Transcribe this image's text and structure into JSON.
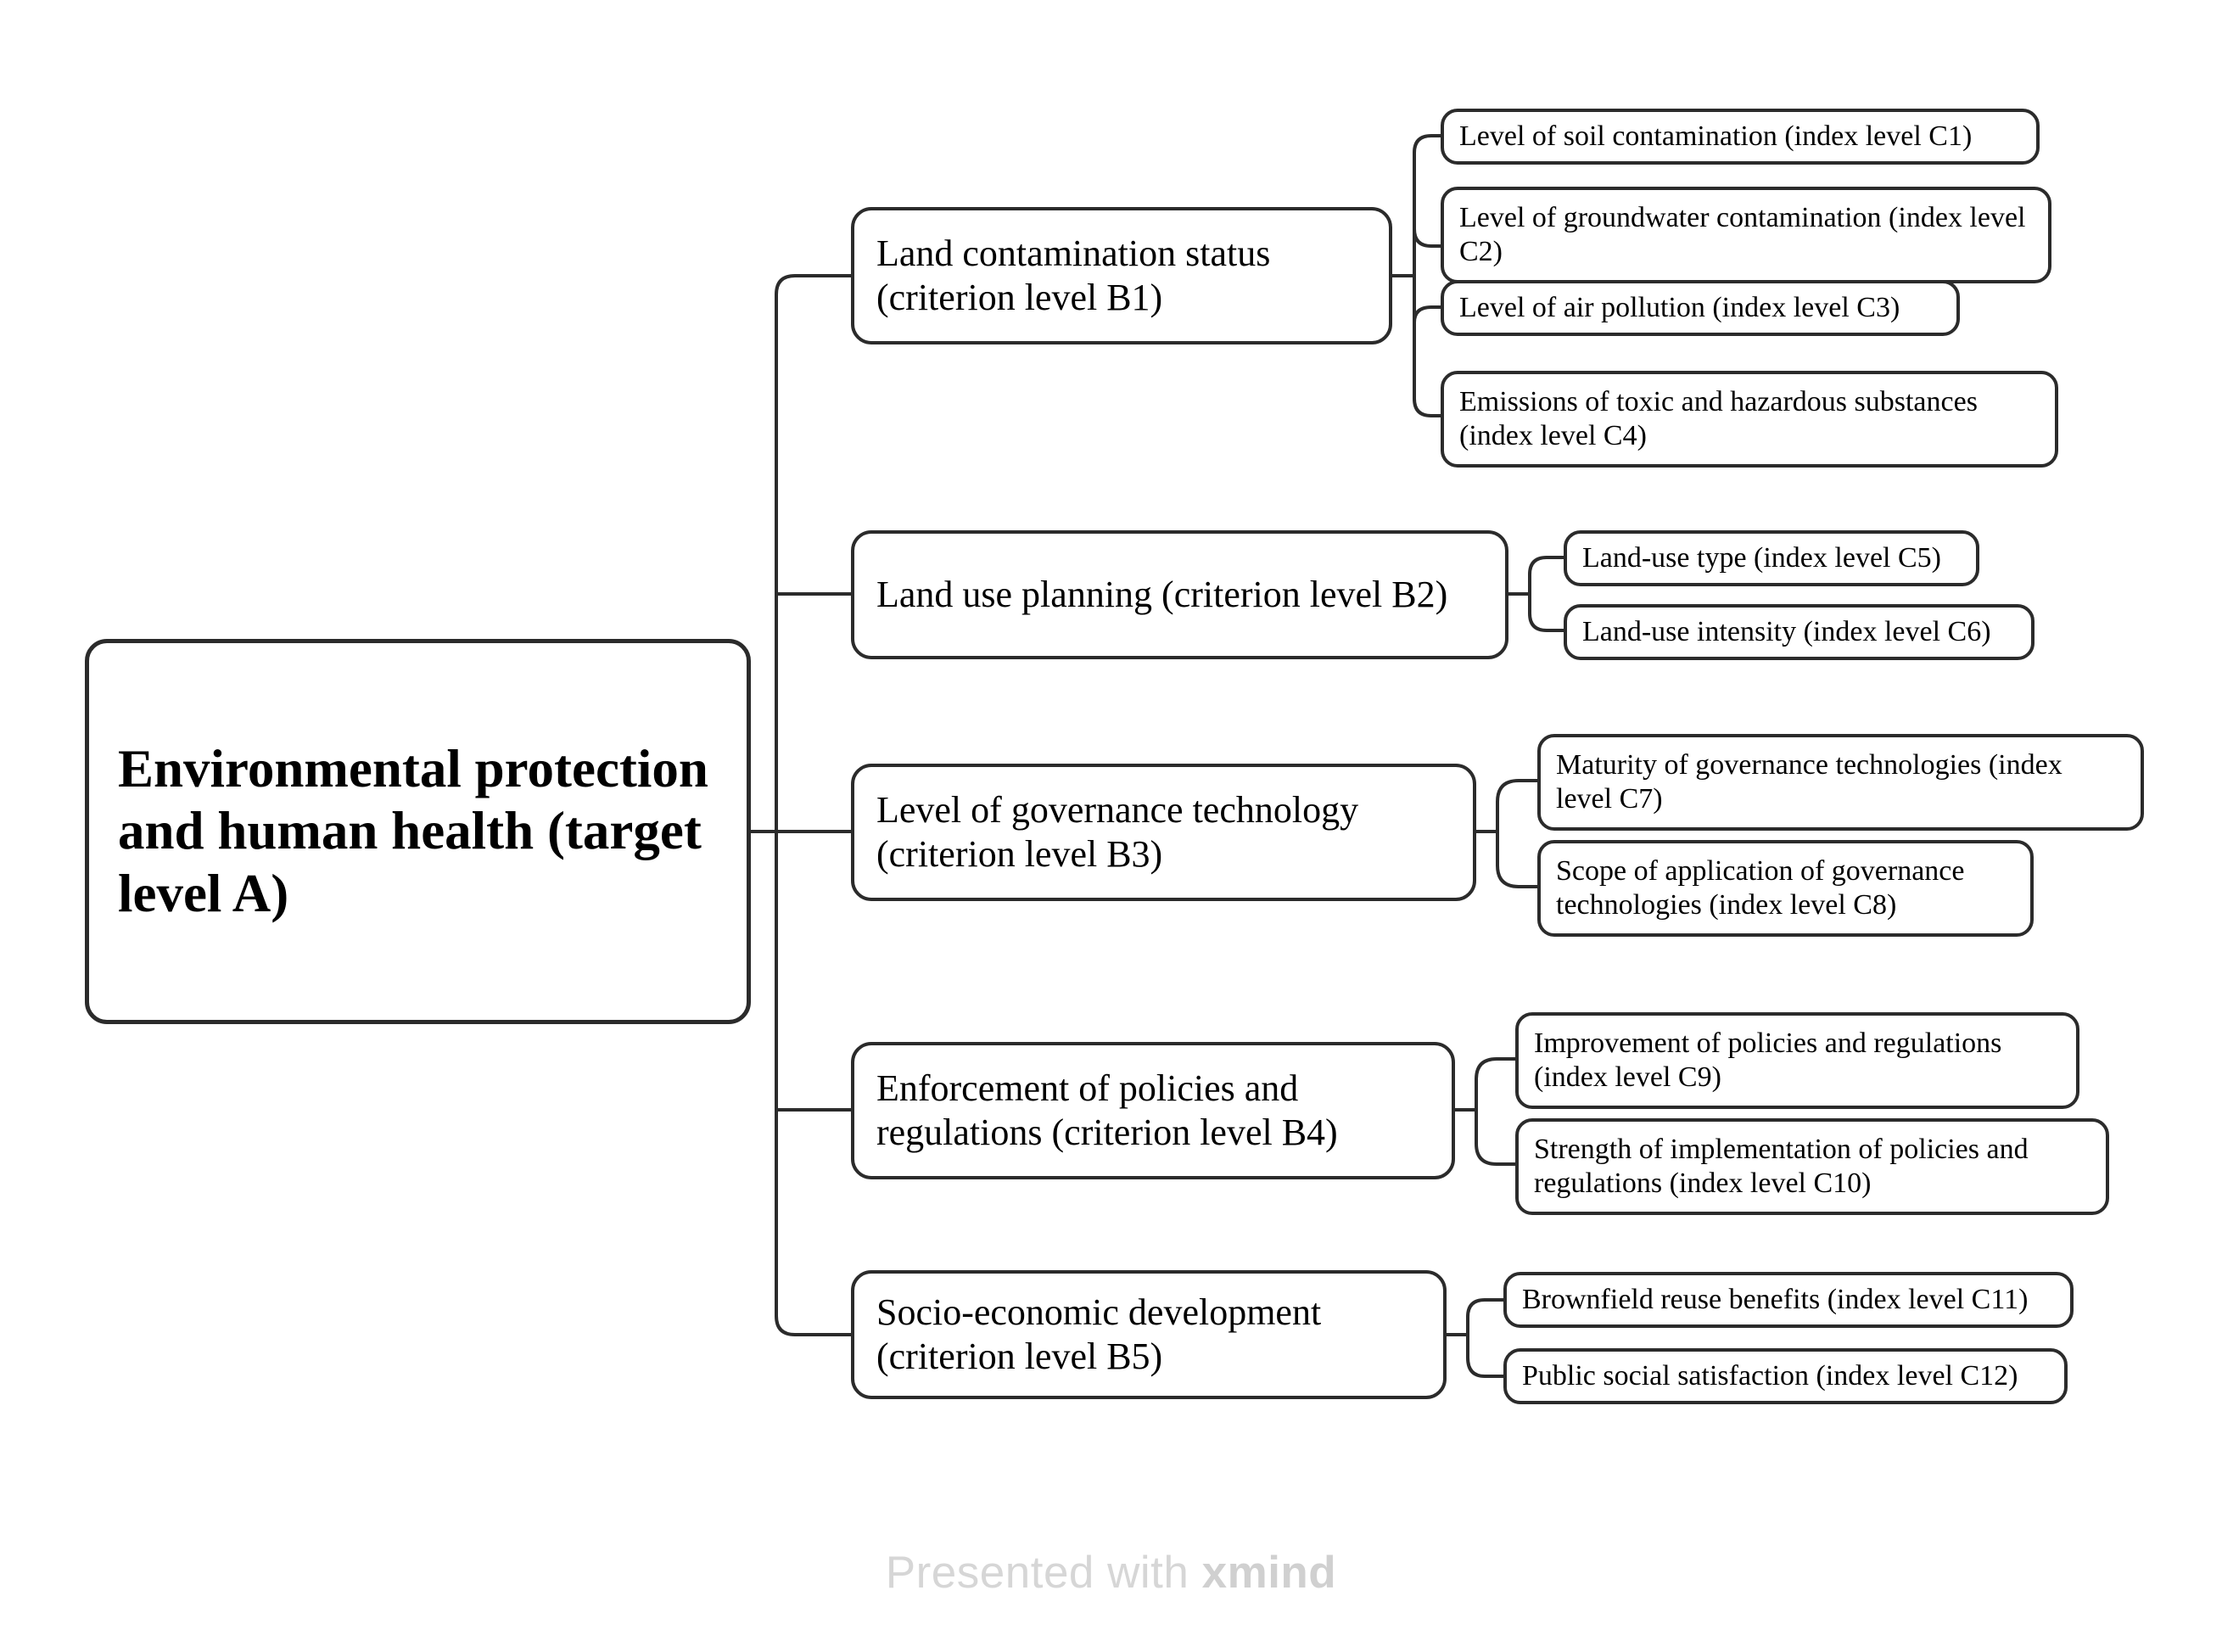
{
  "diagram": {
    "type": "mindmap-tree",
    "orientation": "left-to-right",
    "title": "Environmental protection and human health (target level A)",
    "colors": {
      "background": "#ffffff",
      "node_border": "#2b2b2b",
      "node_fill": "#ffffff",
      "connector": "#2b2b2b",
      "text": "#000000",
      "watermark": "#d6d6d6"
    },
    "root": {
      "id": "A",
      "label": "Environmental protection and human health (target level A)"
    },
    "branches": [
      {
        "id": "B1",
        "label": "Land contamination status (criterion level B1)",
        "children": [
          {
            "id": "C1",
            "label": "Level of soil contamination (index level C1)"
          },
          {
            "id": "C2",
            "label": "Level of groundwater contamination (index level C2)"
          },
          {
            "id": "C3",
            "label": "Level of air pollution (index level C3)"
          },
          {
            "id": "C4",
            "label": "Emissions of toxic and hazardous substances (index level C4)"
          }
        ]
      },
      {
        "id": "B2",
        "label": "Land use planning (criterion level B2)",
        "children": [
          {
            "id": "C5",
            "label": "Land-use type (index level C5)"
          },
          {
            "id": "C6",
            "label": "Land-use intensity (index level C6)"
          }
        ]
      },
      {
        "id": "B3",
        "label": "Level of governance technology (criterion level B3)",
        "children": [
          {
            "id": "C7",
            "label": "Maturity of governance technologies (index level C7)"
          },
          {
            "id": "C8",
            "label": "Scope of application of governance technologies (index level C8)"
          }
        ]
      },
      {
        "id": "B4",
        "label": "Enforcement of policies and regulations (criterion level B4)",
        "children": [
          {
            "id": "C9",
            "label": "Improvement of policies and regulations (index level C9)"
          },
          {
            "id": "C10",
            "label": "Strength of implementation of policies and regulations (index level C10)"
          }
        ]
      },
      {
        "id": "B5",
        "label": "Socio-economic development (criterion level B5)",
        "children": [
          {
            "id": "C11",
            "label": "Brownfield reuse benefits (index level C11)"
          },
          {
            "id": "C12",
            "label": "Public social satisfaction (index level C12)"
          }
        ]
      }
    ]
  },
  "watermark": {
    "prefix": "Presented with ",
    "brand": "xmind"
  }
}
